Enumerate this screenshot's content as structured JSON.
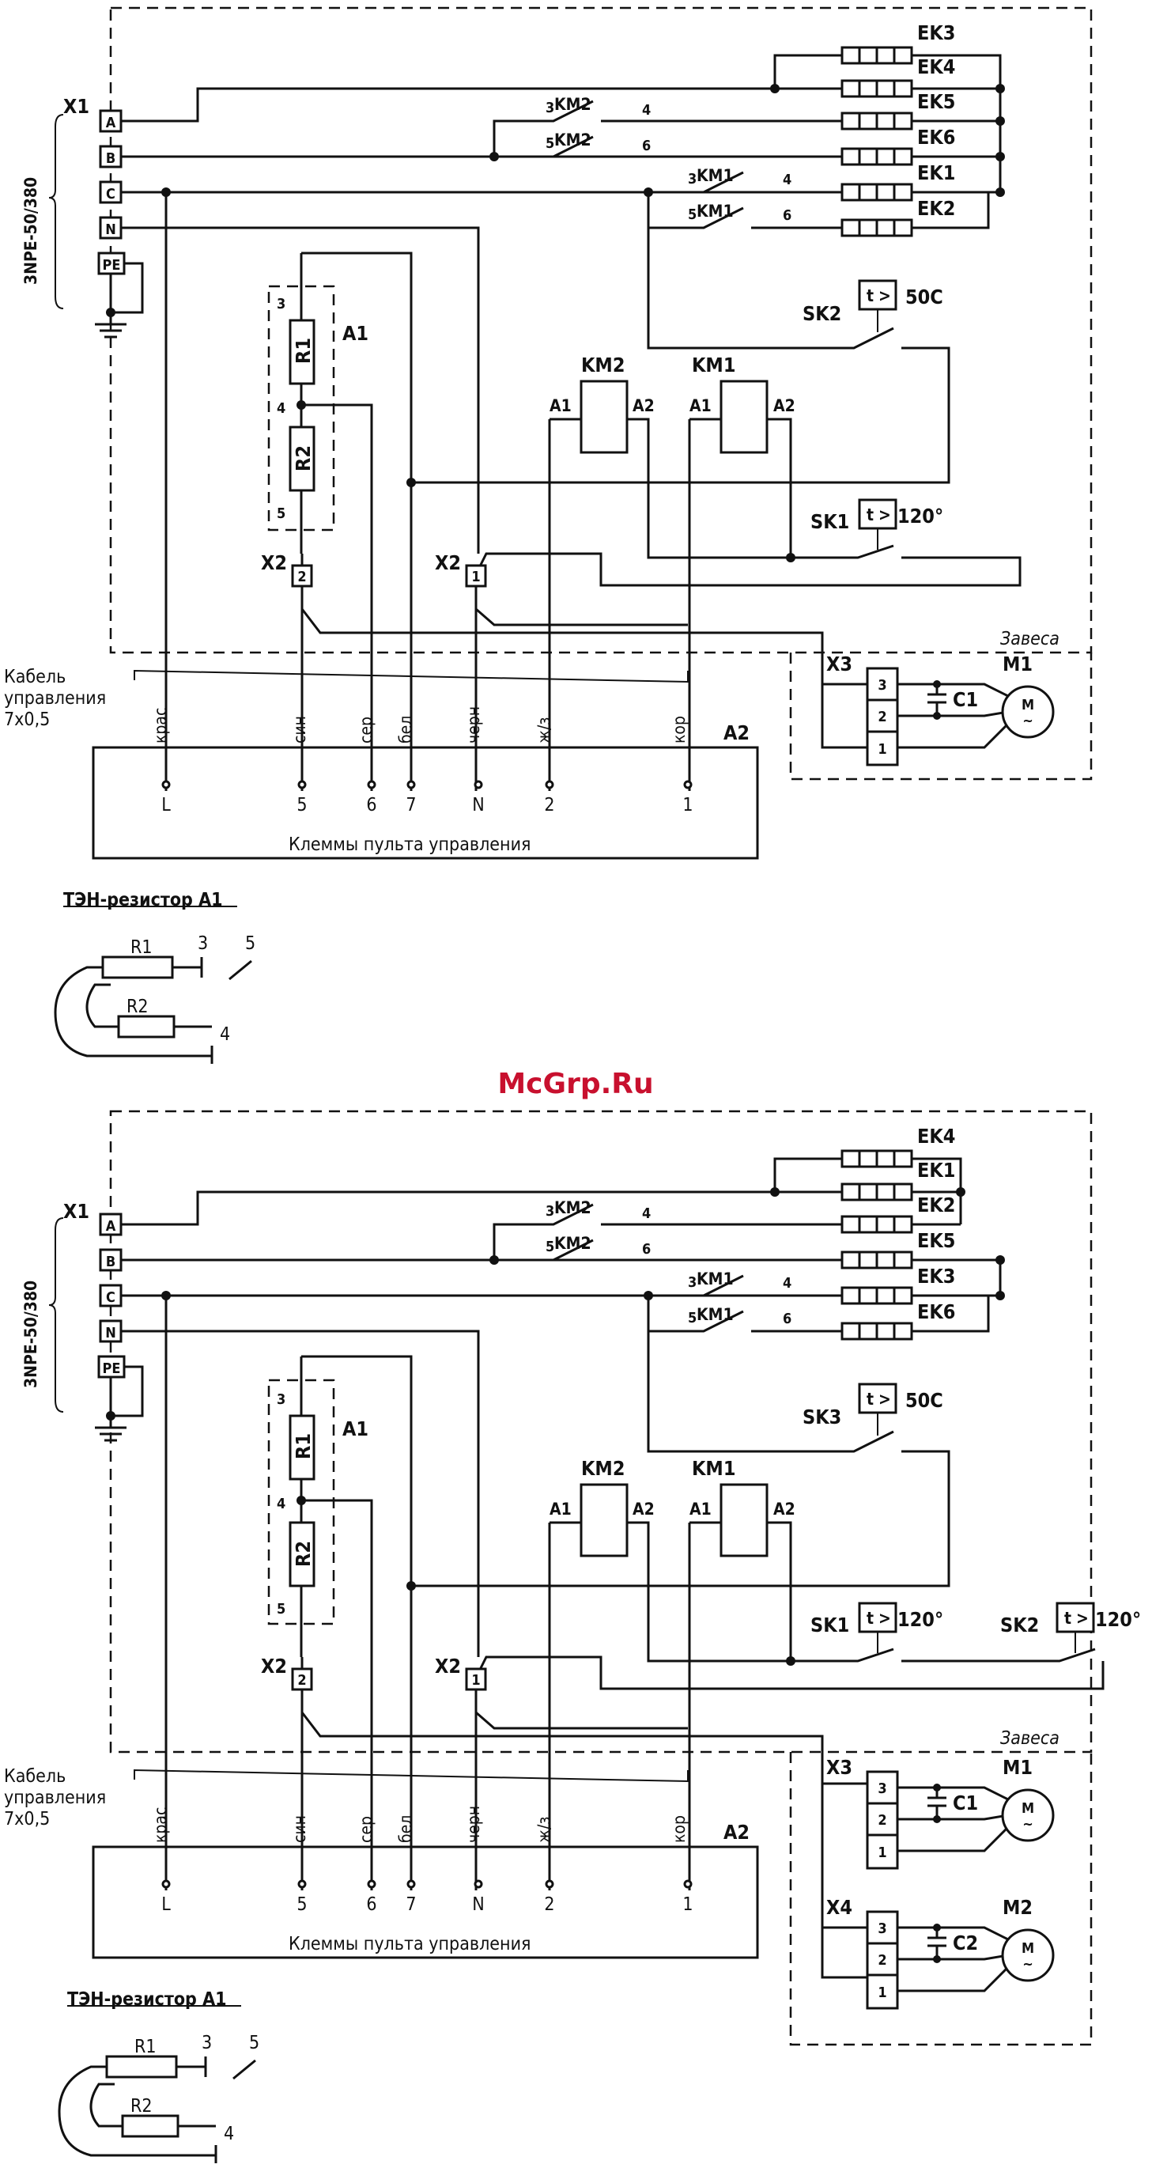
{
  "watermark": "McGrp.Ru",
  "supply_label": "3NPE-50/380",
  "x1": {
    "label": "X1",
    "terminals": [
      "A",
      "B",
      "C",
      "N",
      "PE"
    ]
  },
  "contactors": {
    "km1": "KM1",
    "km2": "KM2",
    "coil_a1": "A1",
    "coil_a2": "A2",
    "pole_in_3": "3",
    "pole_in_5": "5",
    "pole_out_4": "4",
    "pole_out_6": "6"
  },
  "resistor_block": {
    "label": "A1",
    "r1": "R1",
    "r2": "R2",
    "pin3": "3",
    "pin4": "4",
    "pin5": "5"
  },
  "x2": {
    "label": "X2",
    "t1": "1",
    "t2": "2"
  },
  "cable": {
    "line1": "Кабель",
    "line2": "управления",
    "line3": "7x0,5"
  },
  "wire_colors": [
    "крас",
    "син",
    "сер",
    "бел",
    "черн",
    "ж/з",
    "кор"
  ],
  "panel": {
    "label": "A2",
    "caption": "Клеммы пульта управления",
    "terminals": [
      "L",
      "5",
      "6",
      "7",
      "N",
      "2",
      "1"
    ]
  },
  "curtain_label": "Завеса",
  "motor_terminals": [
    "3",
    "2",
    "1"
  ],
  "motor_symbol": {
    "m": "M",
    "tilde": "~"
  },
  "temp_symbol": "t",
  "temp_arrow": ">",
  "ten": {
    "title": "ТЭН-резистор А1",
    "r1": "R1",
    "r2": "R2",
    "p3": "3",
    "p4": "4",
    "p5": "5"
  },
  "diagram1": {
    "heaters": [
      "EK3",
      "EK4",
      "EK5",
      "EK6",
      "EK1",
      "EK2"
    ],
    "sk_top": {
      "name": "SK2",
      "setpoint": "50C"
    },
    "sk1": {
      "name": "SK1",
      "setpoint": "120°"
    },
    "x3": "X3",
    "c1": "C1",
    "m1": "M1"
  },
  "diagram2": {
    "heaters": [
      "EK4",
      "EK1",
      "EK2",
      "EK5",
      "EK3",
      "EK6"
    ],
    "sk_top": {
      "name": "SK3",
      "setpoint": "50C"
    },
    "sk1": {
      "name": "SK1",
      "setpoint": "120°"
    },
    "sk2": {
      "name": "SK2",
      "setpoint": "120°"
    },
    "x3": "X3",
    "x4": "X4",
    "c1": "C1",
    "c2": "C2",
    "m1": "M1",
    "m2": "M2"
  }
}
